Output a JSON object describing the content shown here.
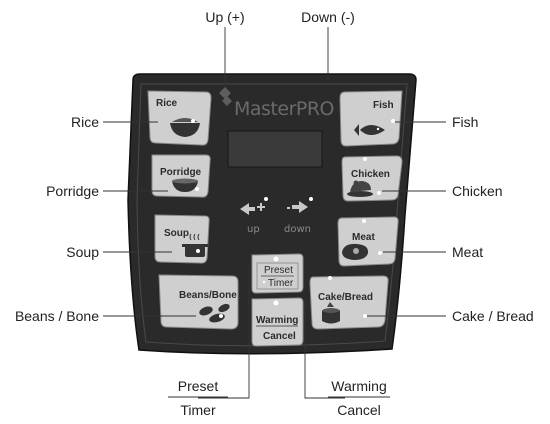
{
  "callouts": {
    "up": "Up (+)",
    "down": "Down (-)",
    "rice": "Rice",
    "porridge": "Porridge",
    "soup": "Soup",
    "beans_bone": "Beans / Bone",
    "fish": "Fish",
    "chicken": "Chicken",
    "meat": "Meat",
    "cake_bread": "Cake / Bread",
    "preset": "Preset",
    "timer": "Timer",
    "warming": "Warming",
    "cancel": "Cancel"
  },
  "panel": {
    "brand": "MasterPRO",
    "up_label": "up",
    "down_label": "down",
    "buttons": {
      "rice": "Rice",
      "porridge": "Porridge",
      "soup": "Soup",
      "beans_bone": "Beans/Bone",
      "fish": "Fish",
      "chicken": "Chicken",
      "meat": "Meat",
      "cake_bread": "Cake/Bread",
      "preset": "Preset",
      "timer": "Timer",
      "warming": "Warming",
      "cancel": "Cancel"
    }
  },
  "colors": {
    "panel": "#2a2a2a",
    "button": "#cfcfcf",
    "display": "#3a3a3a"
  }
}
